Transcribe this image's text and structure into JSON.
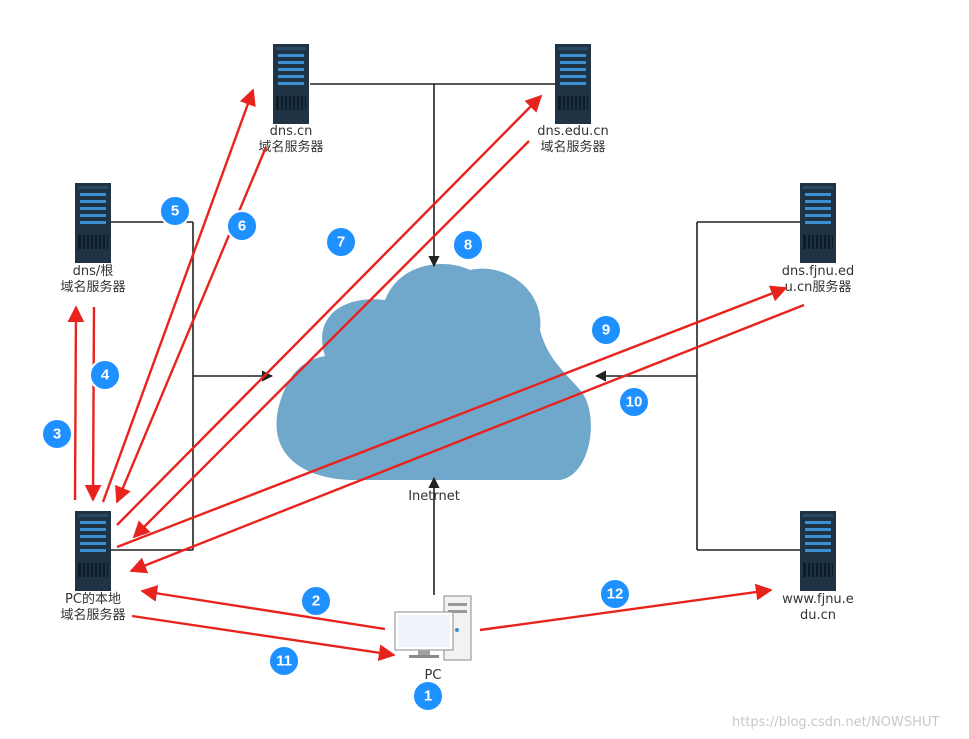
{
  "nodes": {
    "dns_cn": {
      "label_lines": [
        "dns.cn",
        "域名服务器"
      ]
    },
    "dns_edu_cn": {
      "label_lines": [
        "dns.edu.cn",
        "域名服务器"
      ]
    },
    "dns_root": {
      "label_lines": [
        "dns/根",
        "域名服务器"
      ]
    },
    "dns_fjnu": {
      "label_lines": [
        "dns.fjnu.ed",
        "u.cn服务器"
      ]
    },
    "local_dns": {
      "label_lines": [
        "PC的本地",
        "域名服务器"
      ]
    },
    "www_fjnu": {
      "label_lines": [
        "www.fjnu.e",
        "du.cn"
      ]
    },
    "pc": {
      "label": "PC"
    },
    "internet": {
      "label": "Inetrnet"
    }
  },
  "steps": [
    "1",
    "2",
    "3",
    "4",
    "5",
    "6",
    "7",
    "8",
    "9",
    "10",
    "11",
    "12"
  ],
  "watermark": "https://blog.csdn.net/NOWSHUT",
  "colors": {
    "arrow": "#e8231d",
    "badge": "#1e90ff",
    "cloud": "#6fa8cb",
    "server_dark": "#1f3344",
    "server_stripe": "#3d8fd1",
    "line": "#222222"
  }
}
